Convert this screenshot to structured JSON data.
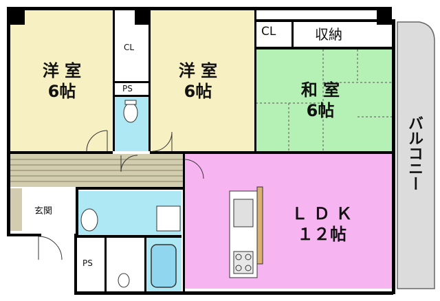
{
  "rooms": {
    "western_room_1": {
      "name": "洋 室",
      "size": "6帖"
    },
    "western_room_2": {
      "name": "洋 室",
      "size": "6帖"
    },
    "japanese_room": {
      "name": "和 室",
      "size": "6帖"
    },
    "ldk": {
      "name": "Ｌ Ｄ Ｋ",
      "size": "１２帖"
    },
    "balcony": {
      "name": "バルコニー"
    },
    "entrance": {
      "name": "玄関"
    },
    "storage": {
      "name": "収納"
    },
    "closet_right": {
      "name": "CL"
    },
    "closet_center": {
      "name": "CL"
    },
    "pipe_space_upper": {
      "name": "PS"
    },
    "pipe_space_lower": {
      "name": "PS"
    }
  },
  "colors": {
    "western_room": "#f7f0c2",
    "japanese_room": "#b5f0b5",
    "ldk": "#f6b5f0",
    "water_area": "#aee8f5",
    "hallway": "#d3cdb0",
    "entrance": "#d4ccb0",
    "balcony": "#dcdcdc"
  }
}
